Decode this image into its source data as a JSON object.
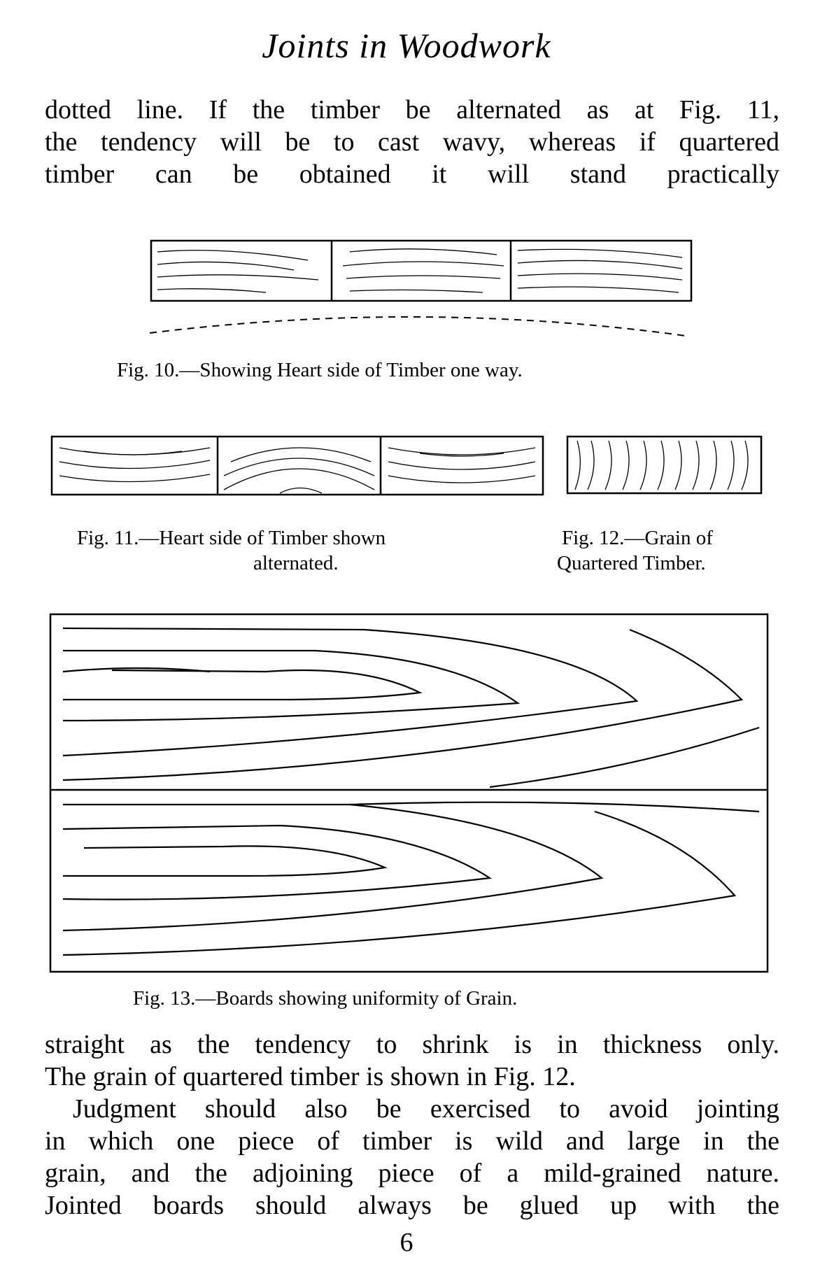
{
  "header": {
    "running_title": "Joints in Woodwork"
  },
  "body_top": [
    "dotted line.  If the timber be alternated as at Fig. 11,",
    "the tendency will be to cast wavy, whereas if quartered",
    "timber can be obtained it will stand practically"
  ],
  "figures": {
    "fig10": {
      "caption": "Fig. 10.—Showing Heart side of Timber one way."
    },
    "fig11": {
      "caption_line1": "Fig. 11.—Heart side of Timber shown",
      "caption_line2": "alternated."
    },
    "fig12": {
      "caption_line1": "Fig. 12.—Grain of",
      "caption_line2": "Quartered Timber."
    },
    "fig13": {
      "caption": "Fig. 13.—Boards showing uniformity of Grain."
    }
  },
  "body_bottom": [
    "straight as the tendency to shrink is in thickness only.",
    "The grain of quartered timber is shown in Fig. 12.",
    "  Judgment should also be exercised to avoid jointing",
    "in which one piece of timber is wild and large in the",
    "grain, and the adjoining piece of a mild-grained nature.",
    "Jointed boards should always be glued up with the"
  ],
  "footer": {
    "page_number": "6"
  }
}
